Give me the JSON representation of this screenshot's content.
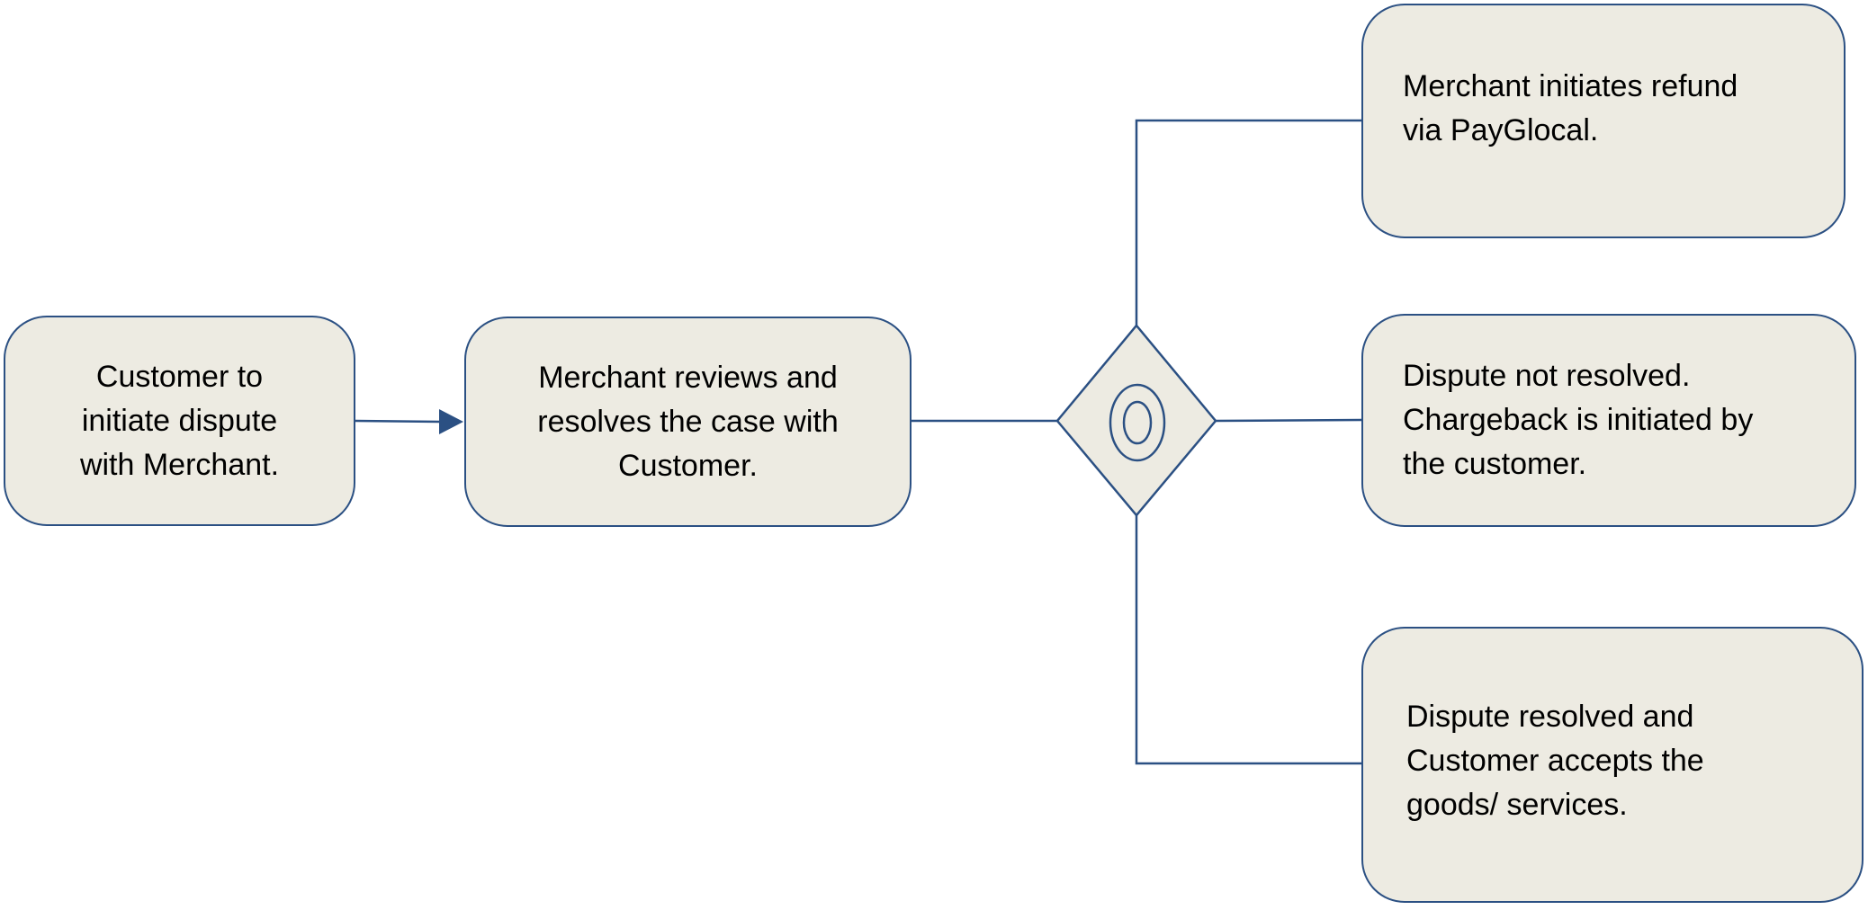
{
  "diagram": {
    "nodes": {
      "start": {
        "label": "Customer to\ninitiate dispute\nwith Merchant."
      },
      "review": {
        "label": "Merchant reviews and\nresolves the case with\nCustomer."
      },
      "refund": {
        "label": "Merchant initiates refund\nvia PayGlocal."
      },
      "chargeback": {
        "label": "Dispute not resolved.\nChargeback is initiated by\nthe customer."
      },
      "accepted": {
        "label": "Dispute resolved and\nCustomer accepts the\ngoods/ services."
      }
    },
    "gateway": {
      "type": "inclusive-or",
      "icon": "gateway-circle-icon"
    },
    "edges": [
      {
        "from": "start",
        "to": "review",
        "arrow": true
      },
      {
        "from": "review",
        "to": "gateway",
        "arrow": false
      },
      {
        "from": "gateway",
        "to": "refund",
        "arrow": false
      },
      {
        "from": "gateway",
        "to": "chargeback",
        "arrow": false
      },
      {
        "from": "gateway",
        "to": "accepted",
        "arrow": false
      }
    ],
    "colors": {
      "stroke": "#2b5083",
      "fill": "#edebe2",
      "text": "#000000",
      "background": "#ffffff"
    }
  }
}
